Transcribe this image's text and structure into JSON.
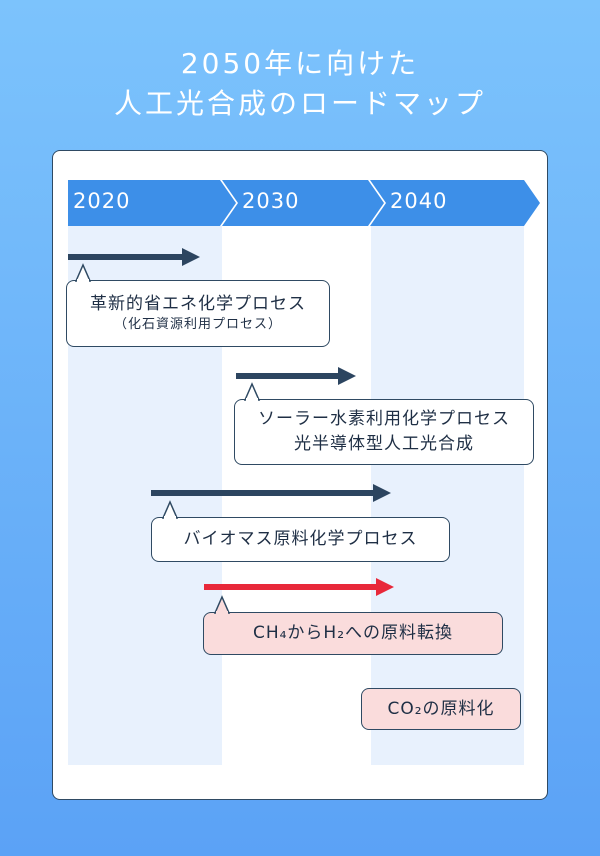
{
  "title": {
    "line1": "2050年に向けた",
    "line2": "人工光合成のロードマップ"
  },
  "timeline": {
    "years": [
      "2020",
      "2030",
      "2040"
    ],
    "bar_color": "#3d8fe8"
  },
  "items": [
    {
      "label": "革新的省エネ化学プロセス",
      "sub": "（化石資源利用プロセス）",
      "arrow_color": "#2c4560"
    },
    {
      "label": "ソーラー水素利用化学プロセス",
      "sub": "光半導体型人工光合成",
      "arrow_color": "#2c4560"
    },
    {
      "label": "バイオマス原料化学プロセス",
      "arrow_color": "#2c4560"
    },
    {
      "label": "CH₄からH₂への原料転換",
      "arrow_color": "#e8283a"
    },
    {
      "label": "CO₂の原料化"
    }
  ]
}
